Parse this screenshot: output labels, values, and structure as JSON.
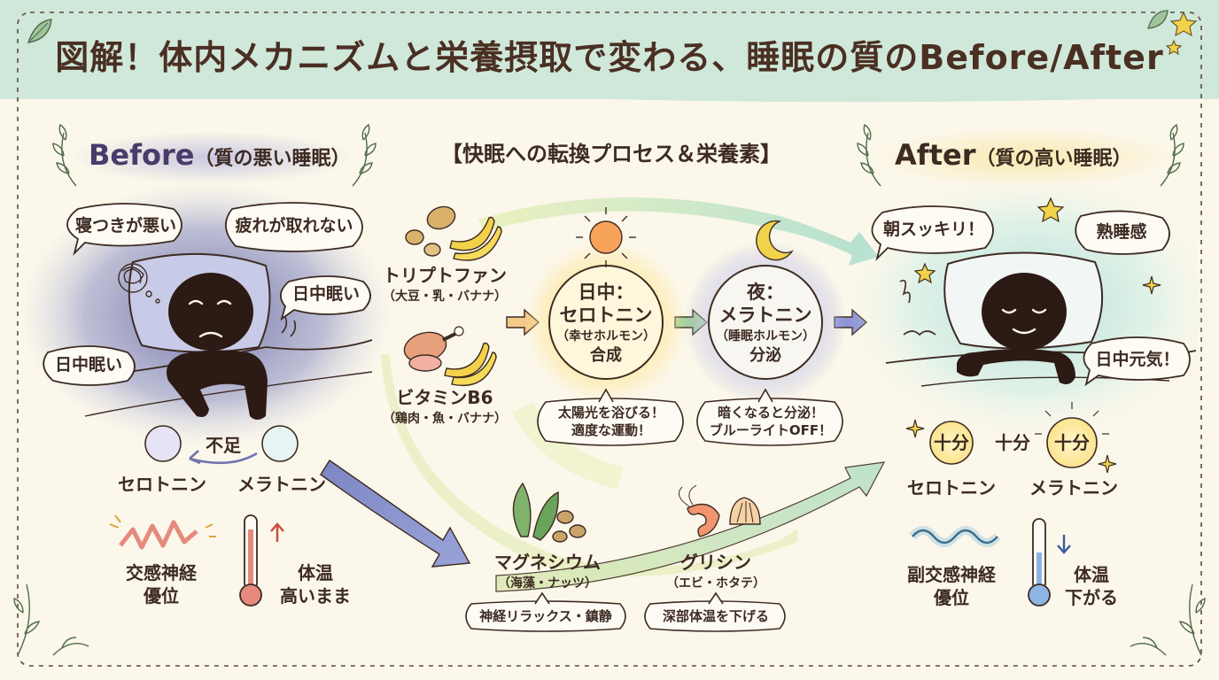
{
  "title": "図解！体内メカニズムと栄養摂取で変わる、睡眠の質のBefore/After",
  "before": {
    "heading": "Before",
    "heading_sub": "（質の悪い睡眠）",
    "bubbles": [
      "寝つきが悪い",
      "疲れが取れない",
      "日中眠い",
      "日中眠い"
    ],
    "deficit_label": "不足",
    "serotonin": "セロトニン",
    "melatonin": "メラトニン",
    "nerve_line1": "交感神経",
    "nerve_line2": "優位",
    "temp_line1": "体温",
    "temp_line2": "高いまま"
  },
  "process": {
    "heading": "【快眠への転換プロセス＆栄養素】",
    "tryptophan": "トリプトファン",
    "tryptophan_src": "（大豆・乳・バナナ）",
    "b6": "ビタミンB6",
    "b6_src": "（鶏肉・魚・バナナ）",
    "day_line1": "日中：",
    "day_line2": "セロトニン",
    "day_line3": "（幸せホルモン）",
    "day_line4": "合成",
    "day_note_line1": "太陽光を浴びる！",
    "day_note_line2": "適度な運動！",
    "night_line1": "夜：",
    "night_line2": "メラトニン",
    "night_line3": "（睡眠ホルモン）",
    "night_line4": "分泌",
    "night_note_line1": "暗くなると分泌！",
    "night_note_line2": "ブルーライトOFF！",
    "magnesium": "マグネシウム",
    "magnesium_src": "（海藻・ナッツ）",
    "magnesium_note": "神経リラックス・鎮静",
    "glycine": "グリシン",
    "glycine_src": "（エビ・ホタテ）",
    "glycine_note": "深部体温を下げる"
  },
  "after": {
    "heading": "After",
    "heading_sub": "（質の高い睡眠）",
    "bubbles": [
      "朝スッキリ！",
      "熟睡感",
      "日中元気！"
    ],
    "badge_left": "十分",
    "between": "十分",
    "badge_right": "十分",
    "serotonin": "セロトニン",
    "melatonin": "メラトニン",
    "nerve_line1": "副交感神経",
    "nerve_line2": "優位",
    "temp_line1": "体温",
    "temp_line2": "下がる"
  },
  "colors": {
    "header_band": "#cfe8da",
    "before_bg": "#6f74b0",
    "after_bg": "#bfe3de",
    "sun": "#f7a35a",
    "moon": "#f2d24a",
    "silhouette": "#2c1a14",
    "text": "#3d2b22"
  }
}
